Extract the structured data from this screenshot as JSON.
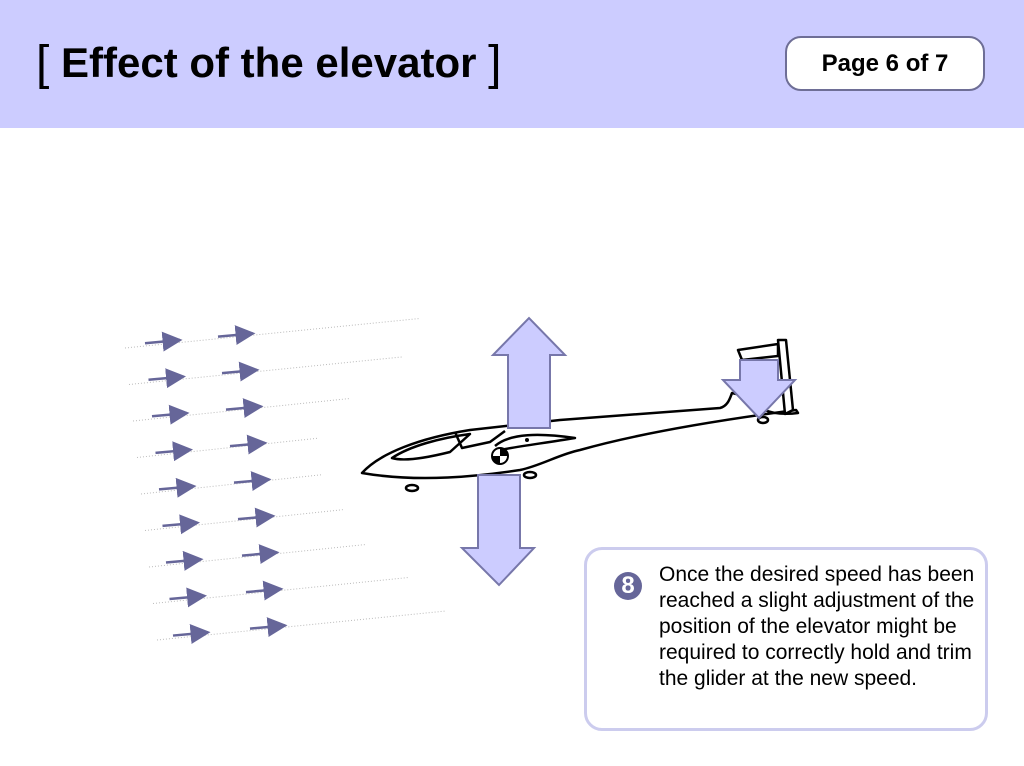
{
  "header": {
    "title": "Effect of the elevator",
    "bracket_open": "[",
    "bracket_close": "]",
    "page_indicator": "Page 6 of 7"
  },
  "note": {
    "step_number": "8",
    "text": "Once the desired speed has been reached a slight adjustment of the position of the elevator might be required to correctly hold and trim the glider at the new speed."
  },
  "colors": {
    "header_bg": "#ccccff",
    "arrow_fill": "#ccccff",
    "arrow_stroke": "#7777aa",
    "airflow": "#666699"
  }
}
